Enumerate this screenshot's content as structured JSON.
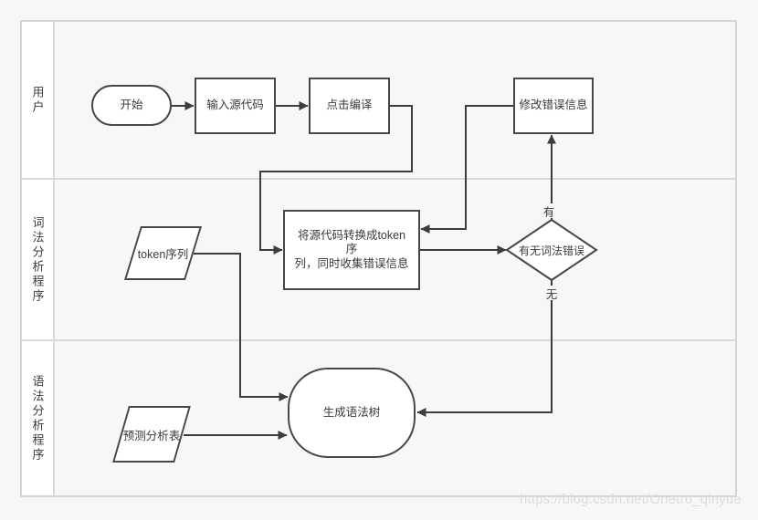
{
  "lanes": [
    {
      "label": "用户"
    },
    {
      "label": "词法分析程序"
    },
    {
      "label": "语法分析程序"
    }
  ],
  "nodes": {
    "start": {
      "label": "开始"
    },
    "input_source": {
      "label": "输入源代码"
    },
    "click_compile": {
      "label": "点击编译"
    },
    "fix_error": {
      "label": "修改错误信息"
    },
    "token_sequence": {
      "label": "token序列"
    },
    "tokenize": {
      "line1": "将源代码转换成token序",
      "line2": "列，同时收集错误信息"
    },
    "lex_error_decision": {
      "label": "有无词法错误"
    },
    "predict_table": {
      "label": "预测分析表"
    },
    "syntax_tree": {
      "label": "生成语法树"
    }
  },
  "edge_labels": {
    "yes": "有",
    "no": "无"
  },
  "watermark": "https://blog.csdn.net/Onetro_qinyue",
  "colors": {
    "background": "#f7f7f7",
    "lane_border": "#d9d9d9",
    "shape_border": "#474747",
    "shape_fill": "#ffffff",
    "connector": "#3d3d3d",
    "watermark": "#dcdcdc"
  }
}
